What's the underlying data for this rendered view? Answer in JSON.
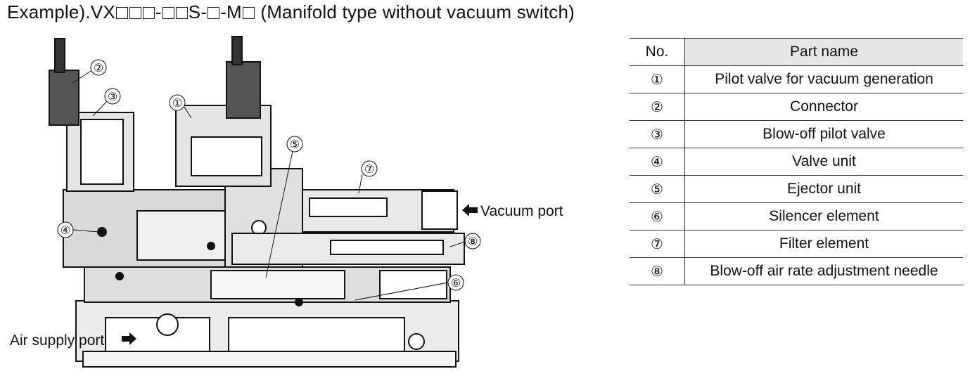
{
  "title": {
    "prefix": "Example).VX",
    "seg1": "-",
    "seg2": "S-",
    "seg3": "-M",
    "suffix": " (Manifold type without vacuum switch)"
  },
  "callouts": [
    "①",
    "②",
    "③",
    "④",
    "⑤",
    "⑥",
    "⑦",
    "⑧"
  ],
  "ports": {
    "vacuum": "Vacuum port",
    "air_supply": "Air supply port"
  },
  "table": {
    "headers": {
      "no": "No.",
      "name": "Part name"
    },
    "rows": [
      {
        "no": "①",
        "name": "Pilot valve for vacuum generation"
      },
      {
        "no": "②",
        "name": "Connector"
      },
      {
        "no": "③",
        "name": "Blow-off pilot valve"
      },
      {
        "no": "④",
        "name": "Valve unit"
      },
      {
        "no": "⑤",
        "name": "Ejector unit"
      },
      {
        "no": "⑥",
        "name": "Silencer element"
      },
      {
        "no": "⑦",
        "name": "Filter element"
      },
      {
        "no": "⑧",
        "name": "Blow-off air rate adjustment needle"
      }
    ]
  }
}
